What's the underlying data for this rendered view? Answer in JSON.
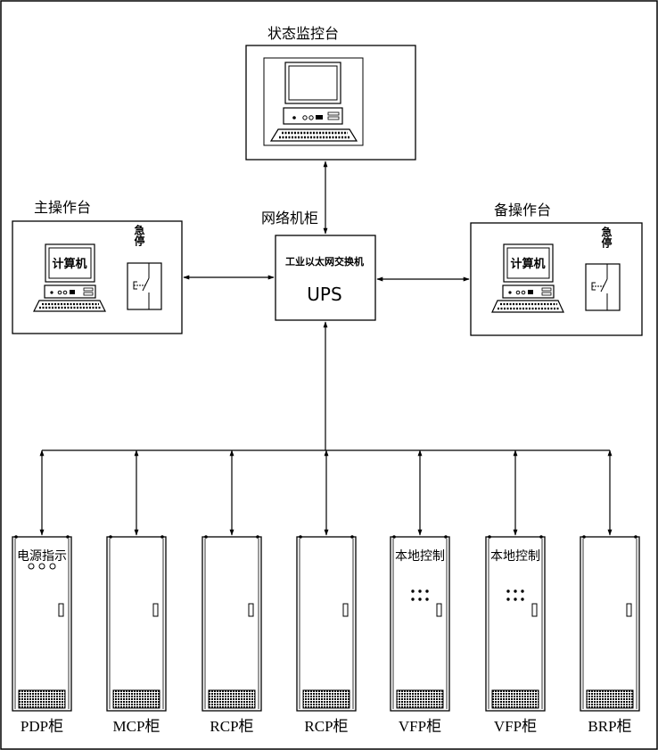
{
  "status_console": {
    "label": "状态监控台"
  },
  "network_cabinet": {
    "label": "网络机柜",
    "switch_label": "工业以太网交换机",
    "ups_label": "UPS"
  },
  "main_console": {
    "label": "主操作台",
    "computer_label": "计算机",
    "estop_label": "急停"
  },
  "backup_console": {
    "label": "备操作台",
    "computer_label": "计算机",
    "estop_label": "急停"
  },
  "cabinets": [
    {
      "id": "pdp",
      "label": "PDP柜",
      "panel_text": "电源指示",
      "lights": "row3"
    },
    {
      "id": "mcp",
      "label": "MCP柜",
      "panel_text": "",
      "lights": "none"
    },
    {
      "id": "rcp1",
      "label": "RCP柜",
      "panel_text": "",
      "lights": "none"
    },
    {
      "id": "rcp2",
      "label": "RCP柜",
      "panel_text": "",
      "lights": "none"
    },
    {
      "id": "vfp1",
      "label": "VFP柜",
      "panel_text": "本地控制",
      "lights": "grid"
    },
    {
      "id": "vfp2",
      "label": "VFP柜",
      "panel_text": "本地控制",
      "lights": "grid"
    },
    {
      "id": "brp",
      "label": "BRP柜",
      "panel_text": "",
      "lights": "none"
    }
  ]
}
